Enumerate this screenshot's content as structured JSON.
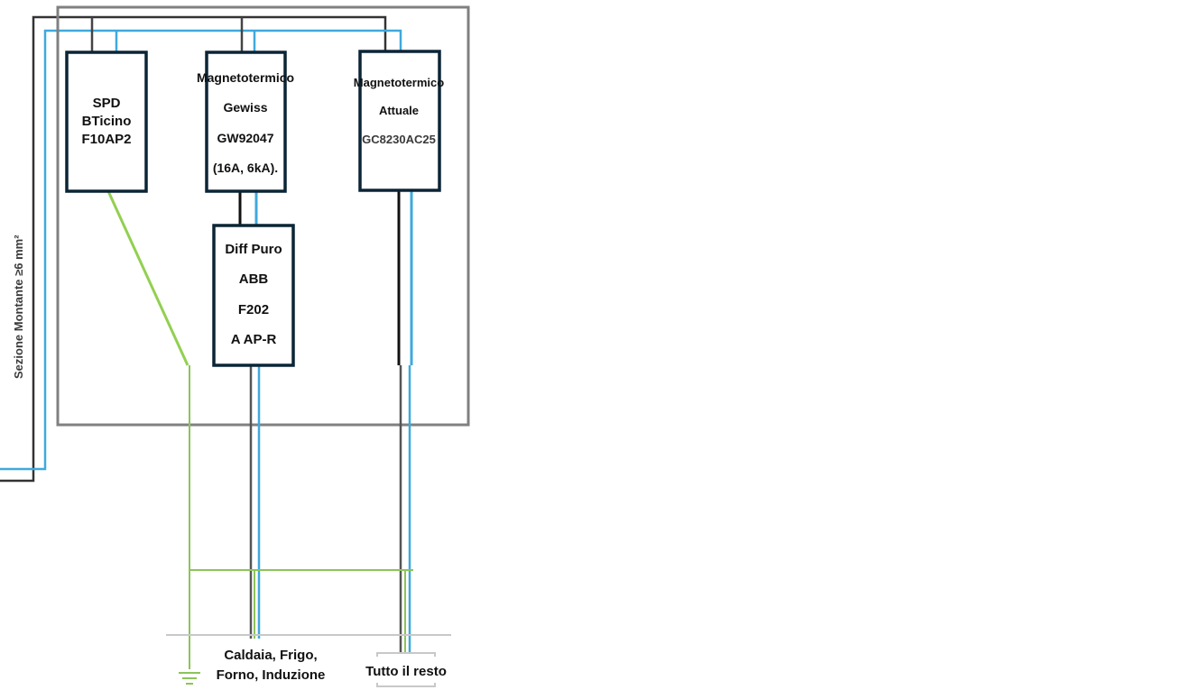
{
  "colors": {
    "phase": "#111111",
    "phase_grey": "#555555",
    "neutral": "#3fa9dc",
    "earth": "#8cc45a",
    "earth_diag": "#92d050",
    "enclosure": "#808080",
    "box_border": "#0b2536",
    "floor_line": "#c8c8c8"
  },
  "riser": {
    "label": "Sezione Montante ≥6 mm²"
  },
  "devices": [
    {
      "id": "spd",
      "lines": [
        "SPD",
        "BTicino",
        "F10AP2"
      ]
    },
    {
      "id": "mcb-gewiss",
      "lines": [
        "Magnetotermico",
        "Gewiss",
        "GW92047",
        "(16A, 6kA)."
      ]
    },
    {
      "id": "mcb-attuale",
      "lines": [
        "Magnetotermico",
        "Attuale",
        "GC8230AC25"
      ]
    },
    {
      "id": "rcd-abb",
      "lines": [
        "Diff Puro",
        "ABB",
        "F202",
        "A AP-R"
      ]
    }
  ],
  "loads": [
    {
      "id": "load-dedicated",
      "lines": [
        "Caldaia, Frigo,",
        "Forno, Induzione"
      ]
    },
    {
      "id": "load-rest",
      "lines": [
        "Tutto il resto"
      ]
    }
  ]
}
